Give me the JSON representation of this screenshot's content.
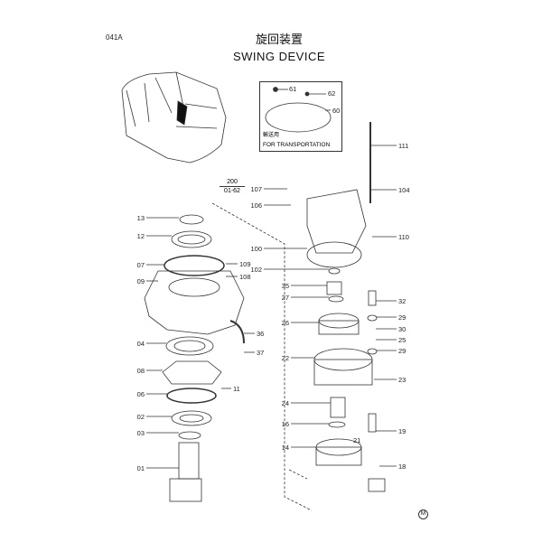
{
  "header": {
    "code": "041A",
    "title_jp": "旋回装置",
    "title_en": "SWING DEVICE"
  },
  "inset": {
    "label_jp": "輸送用",
    "label_en": "FOR TRANSPORTATION",
    "parts": [
      "61",
      "62",
      "60"
    ]
  },
  "group": {
    "number": "200",
    "range": "01-62"
  },
  "callouts": [
    "13",
    "12",
    "07",
    "09",
    "04",
    "08",
    "06",
    "02",
    "03",
    "01",
    "109",
    "108",
    "36",
    "37",
    "11",
    "107",
    "106",
    "100",
    "102",
    "35",
    "27",
    "26",
    "22",
    "24",
    "16",
    "14",
    "111",
    "104",
    "110",
    "32",
    "29",
    "30",
    "25",
    "29",
    "23",
    "19",
    "18",
    "21"
  ],
  "footer_mark": "M"
}
